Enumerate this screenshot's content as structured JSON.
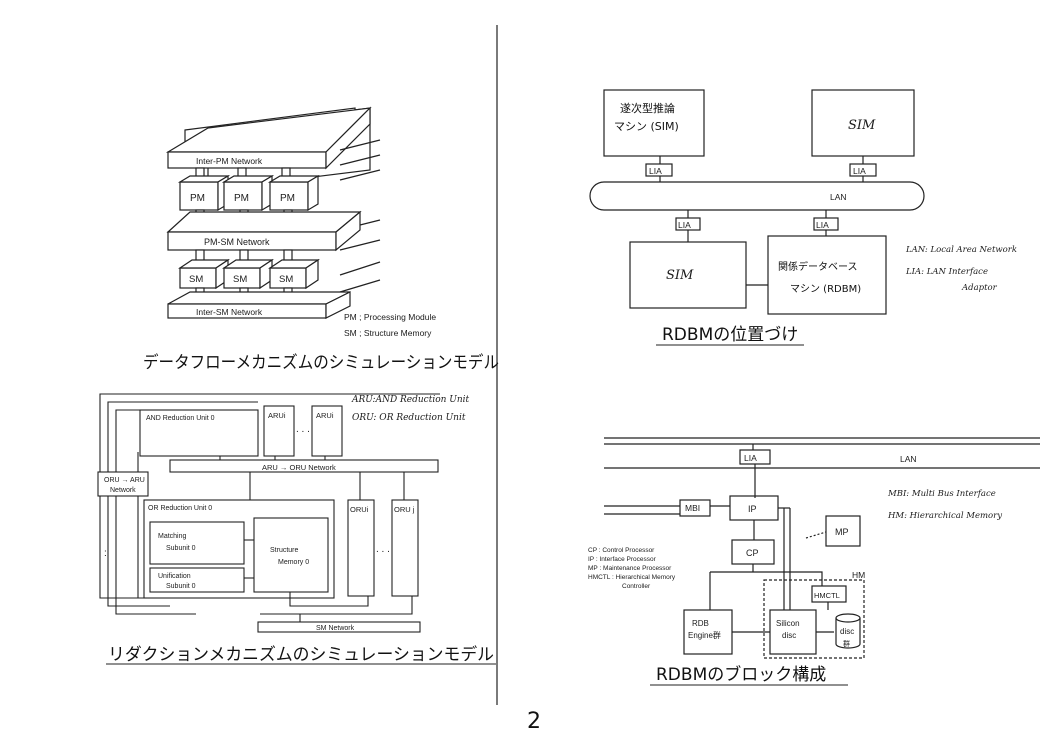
{
  "page_number": "2",
  "dataflow_model": {
    "inter_pm_network": "Inter-PM Network",
    "pm_label": "PM",
    "pm_sm_network": "PM-SM Network",
    "sm_label": "SM",
    "inter_sm_network": "Inter-SM Network",
    "legend": [
      "PM ; Processing Module",
      "SM ; Structure Memory"
    ],
    "caption": "データフローメカニズムのシミュレーションモデル"
  },
  "reduction_model": {
    "notes": [
      "ARU:AND Reduction Unit",
      "ORU: OR Reduction Unit"
    ],
    "and_unit": "AND Reduction Unit 0",
    "arui_1": "ARUi",
    "arui_2": "ARUi",
    "aru_oru_network": "ARU → ORU Network",
    "oru_aru_network": [
      "ORU → ARU",
      "Network"
    ],
    "or_unit": "OR Reduction Unit 0",
    "matching": [
      "Matching",
      "Subunit 0"
    ],
    "unification": [
      "Unification",
      "Subunit 0"
    ],
    "structure": [
      "Structure",
      "Memory 0"
    ],
    "orui": "ORUi",
    "oru_j": "ORU j",
    "sm_network": "SM Network",
    "caption": "リダクションメカニズムのシミュレーションモデル"
  },
  "rdbm_position": {
    "sim_top_left": [
      "遂次型推論",
      "マシン (SIM)"
    ],
    "sim_top_right": "SIM",
    "lia": "LIA",
    "lan": "LAN",
    "sim_bottom": "SIM",
    "rdbm": [
      "関係データベース",
      "マシン (RDBM)"
    ],
    "notes": [
      "LAN: Local Area Network",
      "LIA: LAN Interface",
      "Adaptor"
    ],
    "caption": "RDBMの位置づけ"
  },
  "rdbm_block": {
    "lia": "LIA",
    "lan": "LAN",
    "mbi": "MBI",
    "ip": "IP",
    "cp": "CP",
    "mp": "MP",
    "hm": "HM",
    "hmctl": "HMCTL",
    "rdb_engine": [
      "RDB",
      "Engine群"
    ],
    "silicon_disc": [
      "Silicon",
      "disc"
    ],
    "disc_group": [
      "disc",
      "群"
    ],
    "notes": [
      "MBI: Multi Bus Interface",
      "HM: Hierarchical Memory"
    ],
    "legend": [
      "CP : Control Processor",
      "IP : Interface Processor",
      "MP : Maintenance Processor",
      "HMCTL : Hierarchical Memory",
      "Controller"
    ],
    "caption": "RDBMのブロック構成"
  }
}
